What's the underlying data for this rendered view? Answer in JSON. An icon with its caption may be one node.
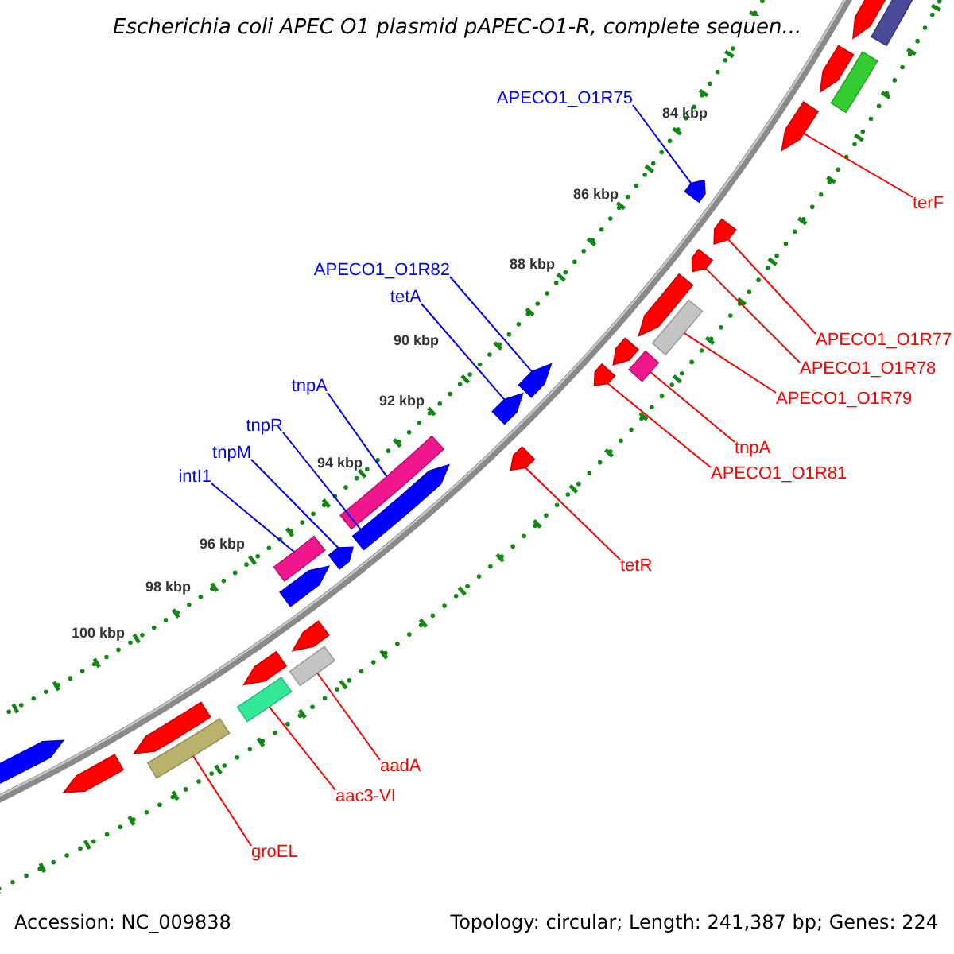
{
  "diagram": {
    "title": "Escherichia coli APEC O1 plasmid pAPEC-O1-R, complete sequen...",
    "nodes": [
      {
        "text": [
          "APECO1_O1R75"
        ]
      },
      {
        "text": [
          "APECO1_O1R82"
        ]
      },
      {
        "text": [
          "tetA"
        ]
      },
      {
        "text": [
          "tnpA"
        ]
      },
      {
        "text": [
          "tnpR"
        ]
      },
      {
        "text": [
          "tnpM"
        ]
      },
      {
        "text": [
          "intI1"
        ]
      },
      {
        "text": [
          "terF"
        ]
      },
      {
        "text": [
          "APECO1_O1R77"
        ]
      },
      {
        "text": [
          "APECO1_O1R78"
        ]
      },
      {
        "text": [
          "APECO1_O1R79"
        ]
      },
      {
        "text": [
          "tnpA"
        ]
      },
      {
        "text": [
          "APECO1_O1R81"
        ]
      },
      {
        "text": [
          "tetR"
        ]
      },
      {
        "text": [
          "aadA"
        ]
      },
      {
        "text": [
          "aac3-VI"
        ]
      },
      {
        "text": [
          "groEL"
        ]
      },
      {
        "text": [],
        "shape": "pentagon"
      },
      {
        "text": [],
        "shape": "pentagon"
      },
      {
        "text": [],
        "shape": "pentagon"
      },
      {
        "text": [],
        "shape": "box"
      },
      {
        "text": [],
        "shape": "pentagon"
      },
      {
        "text": [],
        "shape": "pentagon"
      },
      {
        "text": [],
        "shape": "box"
      },
      {
        "text": [],
        "shape": "pentagon"
      },
      {
        "text": [],
        "shape": "pentagon"
      },
      {
        "text": [],
        "shape": "pentagon"
      },
      {
        "text": [],
        "shape": "box"
      },
      {
        "text": [],
        "shape": "box"
      },
      {
        "text": [],
        "shape": "pentagon"
      },
      {
        "text": [],
        "shape": "pentagon"
      },
      {
        "text": [],
        "shape": "box"
      },
      {
        "text": [],
        "shape": "box"
      },
      {
        "text": [],
        "shape": "box"
      },
      {
        "text": [],
        "shape": "pentagon"
      },
      {
        "text": [],
        "shape": "box"
      },
      {
        "text": [],
        "shape": "pentagon"
      },
      {
        "text": [],
        "shape": "box"
      },
      {
        "text": [],
        "shape": "pentagon"
      },
      {
        "text": [],
        "shape": "pentagon"
      },
      {
        "text": [],
        "shape": "pentagon"
      },
      {
        "text": [],
        "shape": "pentagon"
      },
      {
        "text": [],
        "shape": "pentagon"
      },
      {
        "text": [],
        "shape": "pentagon"
      },
      {
        "text": [],
        "shape": "pentagon"
      },
      {
        "text": [],
        "shape": "pentagon"
      }
    ],
    "edges": [
      {
        "from": 0,
        "to": 17,
        "arrow": "none",
        "color": "#0000ff"
      },
      {
        "from": 1,
        "to": 18,
        "arrow": "none",
        "color": "#0000ff"
      },
      {
        "from": 2,
        "to": 19,
        "arrow": "none",
        "color": "#0000ff"
      },
      {
        "from": 3,
        "to": 20,
        "arrow": "none",
        "color": "#0000ff"
      },
      {
        "from": 4,
        "to": 21,
        "arrow": "none",
        "color": "#0000ff"
      },
      {
        "from": 5,
        "to": 22,
        "arrow": "none",
        "color": "#0000ff"
      },
      {
        "from": 6,
        "to": 23,
        "arrow": "none",
        "color": "#0000ff"
      },
      {
        "from": 7,
        "to": 24,
        "arrow": "none"
      },
      {
        "from": 8,
        "to": 25,
        "arrow": "none"
      },
      {
        "from": 9,
        "to": 26,
        "arrow": "none"
      },
      {
        "from": 10,
        "to": 27,
        "arrow": "none"
      },
      {
        "from": 11,
        "to": 28,
        "arrow": "none"
      },
      {
        "from": 12,
        "to": 29,
        "arrow": "none"
      },
      {
        "from": 13,
        "to": 30,
        "arrow": "none"
      },
      {
        "from": 14,
        "to": 31,
        "arrow": "none"
      },
      {
        "from": 15,
        "to": 32,
        "arrow": "none"
      },
      {
        "from": 16,
        "to": 33,
        "arrow": "none"
      }
    ],
    "labels": [
      "84 kbp",
      "86 kbp",
      "88 kbp",
      "90 kbp",
      "92 kbp",
      "94 kbp",
      "96 kbp",
      "98 kbp",
      "100 kbp",
      "Accession: NC_009838",
      "Topology: circular; Length: 241,387 bp; Genes: 224"
    ]
  }
}
